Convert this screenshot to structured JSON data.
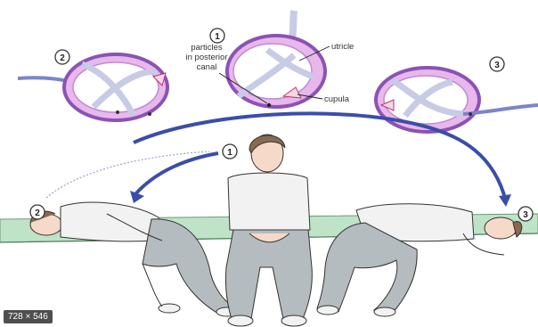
{
  "labels": {
    "particles": [
      "particles",
      "in posterior",
      "canal"
    ],
    "utricle": "utricle",
    "cupula": "cupula"
  },
  "steps": {
    "canal_1": "1",
    "canal_2": "2",
    "canal_3": "3",
    "figure_1": "1",
    "figure_2": "2",
    "figure_3": "3"
  },
  "image_size_badge": "728 × 546",
  "colors": {
    "canal_fill": "#e8b8ec",
    "canal_stroke": "#8b53b5",
    "arrow": "#3a4ea8",
    "shirt": "#f2f2f2",
    "pants": "#b5bcc0",
    "mat": "#bfe3c7",
    "skin": "#f6d9c8",
    "hair": "#8a6a4f"
  }
}
